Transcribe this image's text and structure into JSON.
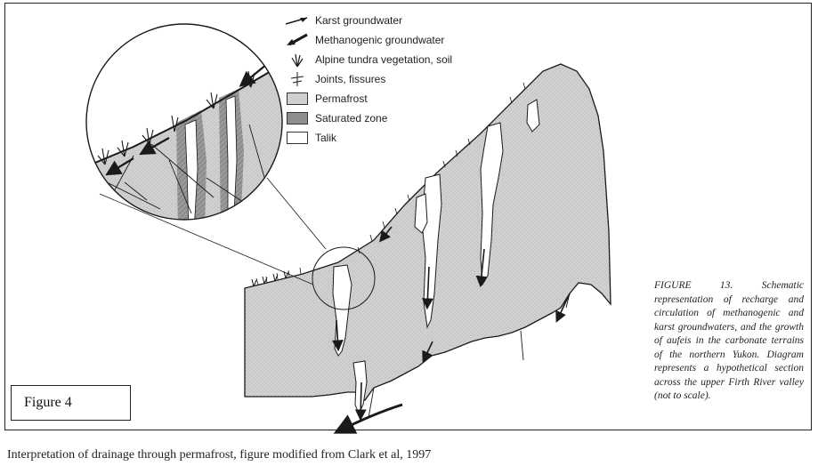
{
  "legend": {
    "items": [
      {
        "symbol": "karst-groundwater-arrow",
        "label": "Karst groundwater"
      },
      {
        "symbol": "methanogenic-groundwater-arrow",
        "label": "Methanogenic groundwater"
      },
      {
        "symbol": "tundra-vegetation-symbol",
        "label": "Alpine tundra vegetation, soil"
      },
      {
        "symbol": "joints-fissures-symbol",
        "label": "Joints, fissures"
      },
      {
        "symbol": "permafrost-swatch",
        "label": "Permafrost",
        "color": "#cfcfcf"
      },
      {
        "symbol": "saturated-zone-swatch",
        "label": "Saturated zone",
        "color": "#8e8e8e"
      },
      {
        "symbol": "talik-swatch",
        "label": "Talik",
        "color": "#ffffff"
      }
    ]
  },
  "caption": {
    "text": "FIGURE 13. Schematic representation of recharge and circulation of methanogenic and karst groundwaters, and the growth of aufeis in the carbonate terrains of the northern Yukon. Diagram represents a hypothetical section across the upper Firth River valley (not to scale)."
  },
  "figure_label": "Figure 4",
  "interpretation": "Interpretation of drainage through permafrost, figure modified from Clark et al, 1997",
  "colors": {
    "permafrost": "#cfcfcf",
    "saturated_zone": "#8e8e8e",
    "talik": "#ffffff",
    "line": "#1a1a1a"
  }
}
